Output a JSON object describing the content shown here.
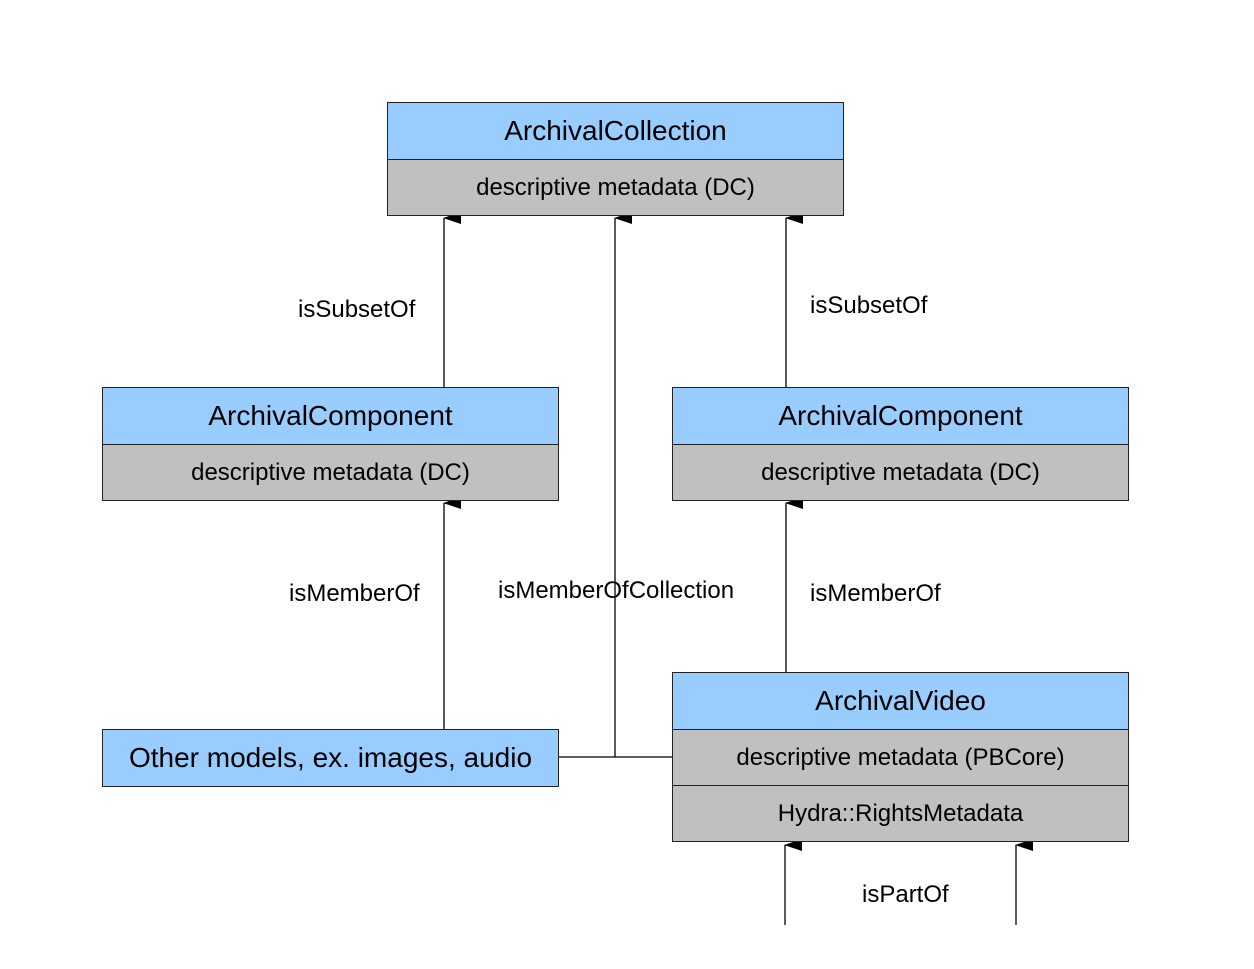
{
  "nodes": {
    "collection": {
      "title": "ArchivalCollection",
      "attrs": [
        "descriptive metadata (DC)"
      ]
    },
    "component_left": {
      "title": "ArchivalComponent",
      "attrs": [
        "descriptive metadata (DC)"
      ]
    },
    "component_right": {
      "title": "ArchivalComponent",
      "attrs": [
        "descriptive metadata (DC)"
      ]
    },
    "other_models": {
      "title": "Other models, ex. images, audio"
    },
    "video": {
      "title": "ArchivalVideo",
      "attrs": [
        "descriptive metadata (PBCore)",
        "Hydra::RightsMetadata"
      ]
    }
  },
  "edges": {
    "subset_left": "isSubsetOf",
    "subset_right": "isSubsetOf",
    "member_left": "isMemberOf",
    "member_collection": "isMemberOfCollection",
    "member_right": "isMemberOf",
    "part_of": "isPartOf"
  }
}
